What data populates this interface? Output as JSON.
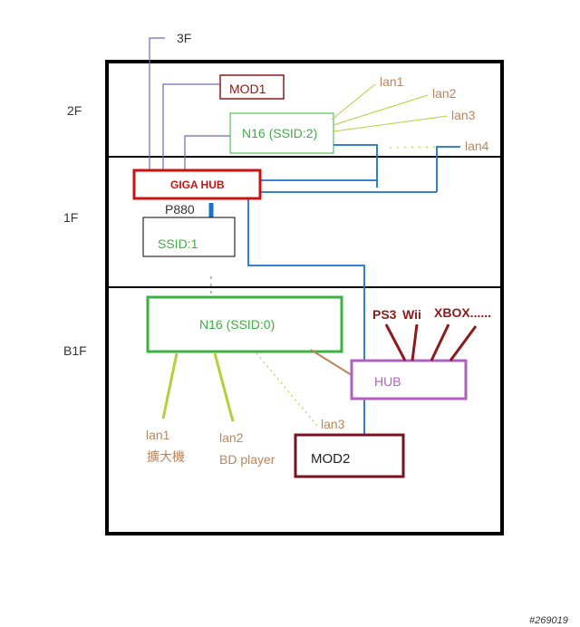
{
  "floors": {
    "f3": "3F",
    "f2": "2F",
    "f1": "1F",
    "b1": "B1F"
  },
  "devices": {
    "mod1": "MOD1",
    "n16_2f": "N16 (SSID:2)",
    "giga_hub": "GIGA HUB",
    "p880": "P880",
    "ssid1": "SSID:1",
    "n16_b1": "N16 (SSID:0)",
    "hub": "HUB",
    "mod2": "MOD2"
  },
  "lans_2f": [
    "lan1",
    "lan2",
    "lan3",
    "lan4"
  ],
  "lans_b1": {
    "lan1": "lan1",
    "lan1_device": "擴大機",
    "lan2": "lan2",
    "lan2_device": "BD player",
    "lan3": "lan3"
  },
  "consoles": {
    "ps3": "PS3",
    "wii": "Wii",
    "xbox": "XBOX......"
  },
  "watermark": "#269019",
  "colors": {
    "frame": "#000000",
    "mod": "#8b1a1a",
    "n16": "#3cb043",
    "giga": "#cc1111",
    "hub": "#b060c0",
    "blue_link": "#1a73c8",
    "purple_link": "#6a6ab0",
    "lan_green": "#b5cf3a",
    "lan_text": "#b8865a",
    "console_link": "#8b1a1a"
  }
}
